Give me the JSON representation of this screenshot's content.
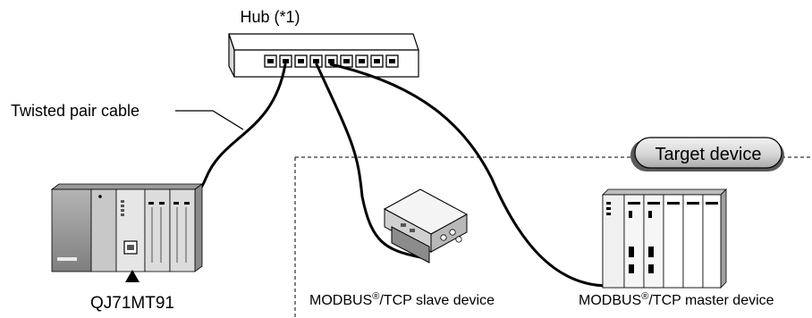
{
  "hub": {
    "label": "Hub (*1)"
  },
  "cable": {
    "label": "Twisted pair cable"
  },
  "target": {
    "label": "Target device"
  },
  "plc": {
    "label": "QJ71MT91"
  },
  "slave": {
    "prefix": "MODBUS",
    "reg": "®",
    "suffix": "/TCP slave device"
  },
  "master": {
    "prefix": "MODBUS",
    "reg": "®",
    "suffix": "/TCP master device"
  }
}
